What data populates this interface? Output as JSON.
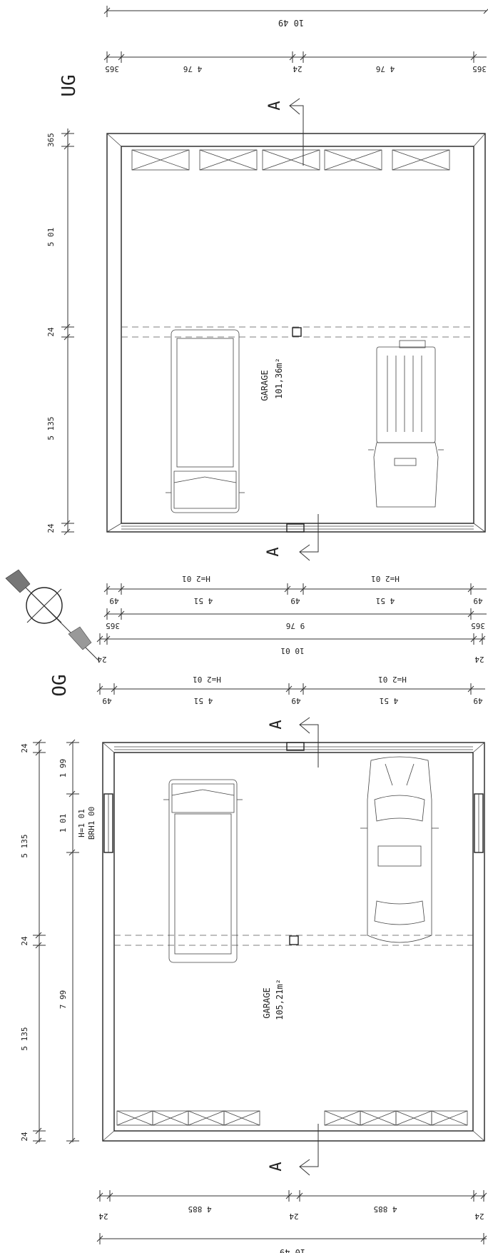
{
  "ug": {
    "level_label": "UG",
    "dim_top_total": "10 49",
    "dim_top_segments": [
      "365",
      "4 76",
      "24",
      "4 76",
      "365"
    ],
    "dim_left_segments": [
      "365",
      "5 01",
      "24",
      "5 135",
      "24"
    ],
    "room_name": "GARAGE",
    "room_area": "101,36m²",
    "section_marker": "A",
    "dim_bottom_row1": [
      "49",
      "4 51",
      "49",
      "4 51",
      "49"
    ],
    "dim_bottom_row1_heights": [
      "H=2 01",
      "H=2 01"
    ],
    "dim_bottom_row2": [
      "365",
      "9 76",
      "365"
    ]
  },
  "og": {
    "level_label": "OG",
    "dim_top_total": "10 01",
    "dim_top_edges": [
      "24",
      "24"
    ],
    "dim_top_segments": [
      "49",
      "4 51",
      "49",
      "4 51",
      "49"
    ],
    "dim_top_heights": [
      "H=2 01",
      "H=2 01"
    ],
    "dim_left_outer": [
      "24",
      "5 135",
      "24",
      "5 135",
      "24"
    ],
    "dim_left_inner": [
      "1 99",
      "1 01",
      "7 99"
    ],
    "window_label_1": "H=1 01",
    "window_label_2": "BRH1 00",
    "room_name": "GARAGE",
    "room_area": "105,21m²",
    "section_marker": "A",
    "dim_bottom_segments": [
      "24",
      "4 885",
      "24",
      "4 885",
      "24"
    ],
    "dim_bottom_total": "10 49"
  }
}
